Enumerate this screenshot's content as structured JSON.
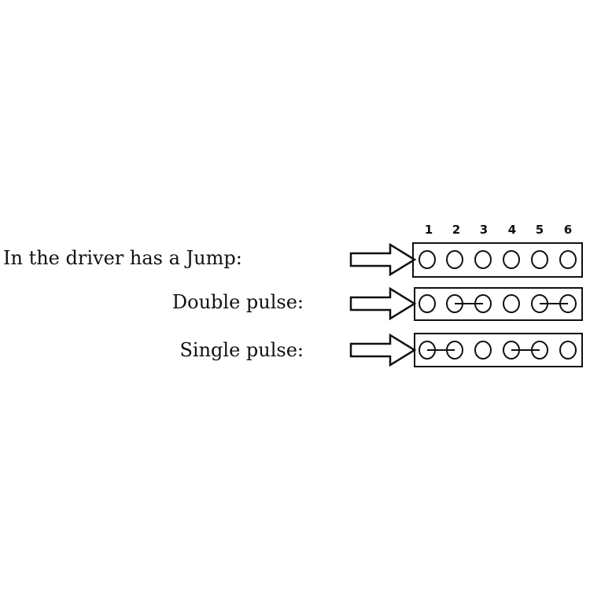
{
  "pin_numbers": [
    "1",
    "2",
    "3",
    "4",
    "5",
    "6"
  ],
  "rows": [
    {
      "label": "In the driver has a Jump:",
      "jumpers": []
    },
    {
      "label": "Double  pulse:",
      "jumpers": [
        [
          2,
          3
        ],
        [
          5,
          6
        ]
      ]
    },
    {
      "label": "Single  pulse:",
      "jumpers": [
        [
          1,
          2
        ],
        [
          4,
          5
        ]
      ]
    }
  ],
  "colors": {
    "stroke": "#111111",
    "background": "#ffffff"
  }
}
